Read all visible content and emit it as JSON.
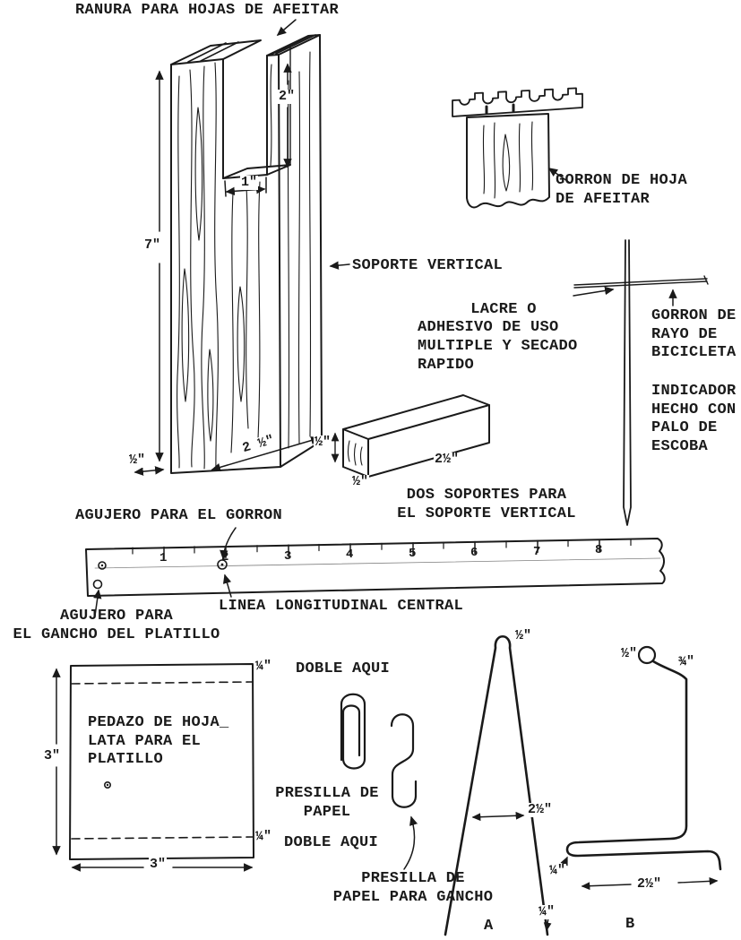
{
  "colors": {
    "ink": "#1a1a1a",
    "paper": "#ffffff"
  },
  "title": "RANURA PARA HOJAS DE AFEITAR",
  "labels": {
    "soporte_vertical": "SOPORTE VERTICAL",
    "gorron_hoja": "GORRON DE HOJA\nDE AFEITAR",
    "lacre_line1": "LACRE O",
    "lacre_rest": "ADHESIVO DE USO\nMULTIPLE Y SECADO\nRAPIDO",
    "gorron_rayo": "GORRON DE\nRAYO DE\nBICICLETA",
    "indicador": "INDICADOR\nHECHO CON\nPALO DE\nESCOBA",
    "dos_soportes": "DOS SOPORTES PARA\nEL SOPORTE VERTICAL",
    "agujero_gorron": "AGUJERO PARA EL GORRON",
    "agujero_gancho": "AGUJERO PARA\nEL GANCHO DEL PLATILLO",
    "linea_central": "LINEA LONGITUDINAL CENTRAL",
    "pedazo_hojalata": "PEDAZO DE HOJA_\nLATA PARA EL\nPLATILLO",
    "doble_aqui_top": "DOBLE AQUI",
    "doble_aqui_bottom": "DOBLE AQUI",
    "presilla_papel": "PRESILLA DE\nPAPEL",
    "presilla_gancho": "PRESILLA DE\nPAPEL PARA GANCHO"
  },
  "dimensions": {
    "slot_depth": "2\"",
    "slot_width": "1\"",
    "post_height": "7\"",
    "post_thickness": "½\"",
    "post_width": "2 ½\"",
    "block_height": "½\"",
    "block_length": "2½\"",
    "block_width": "½\"",
    "tin_height": "3\"",
    "tin_width": "3\"",
    "fold_top": "¼\"",
    "fold_bottom": "¼\"",
    "wire_a_top": "½\"",
    "wire_a_span": "2½\"",
    "wire_a_tip": "¼\"",
    "wire_b_eye": "½\"",
    "wire_b_top": "¾\"",
    "wire_b_step": "¼\"",
    "wire_b_base": "2½\""
  },
  "part_marks": {
    "a": "A",
    "b": "B"
  },
  "ruler": {
    "marks": [
      "1",
      "2",
      "3",
      "4",
      "5",
      "6",
      "7",
      "8"
    ]
  }
}
